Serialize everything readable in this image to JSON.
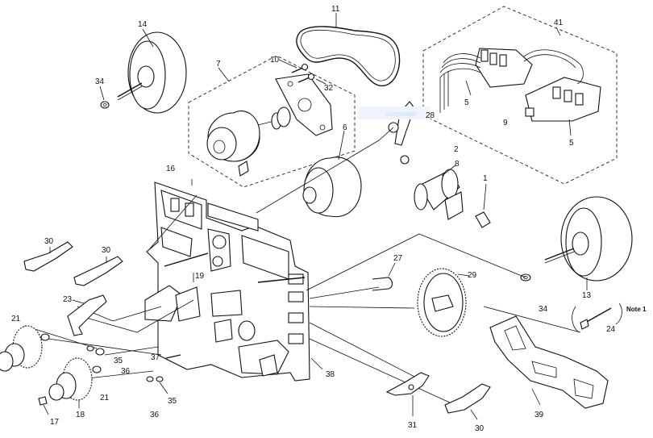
{
  "labels": {
    "l1": "1",
    "l2": "2",
    "l5a": "5",
    "l5b": "5",
    "l6": "6",
    "l7": "7",
    "l8": "8",
    "l9": "9",
    "l10": "10",
    "l11": "11",
    "l13": "13",
    "l14": "14",
    "l16": "16",
    "l17": "17",
    "l18": "18",
    "l19": "19",
    "l21a": "21",
    "l21b": "21",
    "l23": "23",
    "l24": "24",
    "l27": "27",
    "l28": "28",
    "l29": "29",
    "l30a": "30",
    "l30b": "30",
    "l30c": "30",
    "l31": "31",
    "l32": "32",
    "l34a": "34",
    "l34b": "34",
    "l35a": "35",
    "l35b": "35",
    "l36a": "36",
    "l36b": "36",
    "l37": "37",
    "l38": "38",
    "l39": "39",
    "l41": "41"
  },
  "note": "Note 1",
  "watermark": "schneider"
}
